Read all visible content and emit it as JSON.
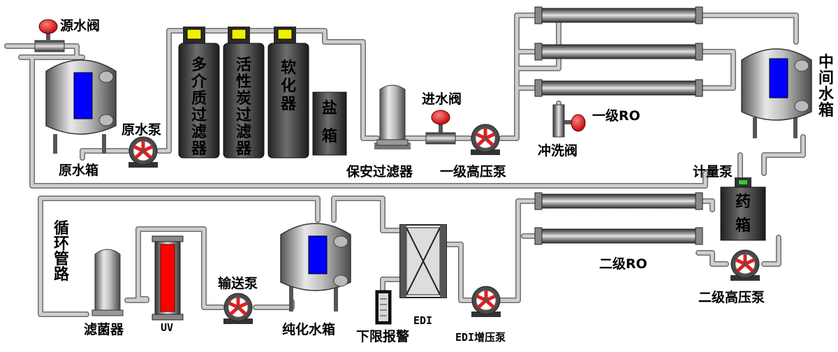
{
  "labels": {
    "source_valve": "源水阀",
    "raw_tank": "原水箱",
    "raw_pump": "原水泵",
    "multimedia_filter": "多介质过滤器",
    "carbon_filter": "活性炭过滤器",
    "softener": "软化器",
    "salt_tank": "盐箱",
    "security_filter": "保安过滤器",
    "inlet_valve": "进水阀",
    "hp_pump_1": "一级高压泵",
    "ro_1": "一级RO",
    "flush_valve": "冲洗阀",
    "mid_tank": "中间水箱",
    "dosing_pump": "计量泵",
    "chem_tank": "药箱",
    "ro_2": "二级RO",
    "hp_pump_2": "二级高压泵",
    "edi": "EDI",
    "edi_pump": "EDI增压泵",
    "low_alarm": "下限报警",
    "pure_tank": "纯化水箱",
    "transfer_pump": "输送泵",
    "uv": "UV",
    "sterilizer": "滤菌器",
    "loop_pipe": "循环管路"
  },
  "colors": {
    "pipe": "#c8c8c8",
    "vessel": "#5a5a5a",
    "sight_glass": "#0000ff",
    "uv_lamp": "#ff0000",
    "valve": "#ee1111",
    "indicator": "#f0f000"
  }
}
